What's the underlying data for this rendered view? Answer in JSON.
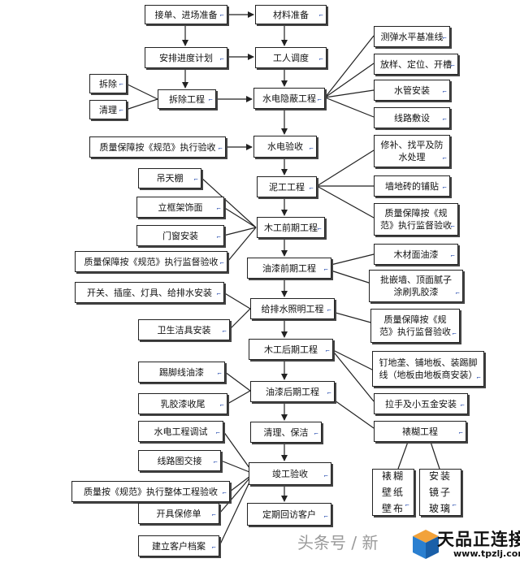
{
  "nodes": {
    "jiedan": "接单、进场准备",
    "cailiao": "材料准备",
    "jindu": "安排进度计划",
    "diaodu": "工人调度",
    "chaichu": "拆除",
    "qingli": "清理",
    "chaichu_gc": "拆除工程",
    "shuidian_yinbi": "水电隐蔽工程",
    "cetan": "测弹水平基准线",
    "fangyang": "放样、定位、开槽",
    "shuiguan": "水管安装",
    "xianlu": "线路敷设",
    "zhiliang_sd": "质量保障按《规范》执行验收",
    "shuidian_ys": "水电验收",
    "xiubu": "修补、找平及防\n水处理",
    "nigong": "泥工工程",
    "qiangdi": "墙地砖的铺贴",
    "zhiliang_ng": "质量保障按《规\n范》执行监督验收",
    "diaotianpeng": "吊天棚",
    "likuang": "立框架饰面",
    "menchuang": "门窗安装",
    "mugong_qq": "木工前期工程",
    "zhiliang_mg": "质量保障按《规范》执行监督验收",
    "youqi_qq": "油漆前期工程",
    "mucai": "木材面油漆",
    "pisao": "批嵌墙、顶面腻子\n涂刷乳胶漆",
    "kaiguan": "开关、插座、灯具、给排水安装",
    "geipaishui": "给排水照明工程",
    "weisheng": "卫生洁具安装",
    "zhiliang_yq": "质量保障按《规\n范》执行监督验收",
    "mugong_hq": "木工后期工程",
    "dingdi": "钉地垄、铺地板、装踢脚\n线（地板由地板商安装）",
    "tijiao": "踢脚线油漆",
    "youqi_hq": "油漆后期工程",
    "lashou": "拉手及小五金安装",
    "rujiao": "乳胶漆收尾",
    "biaohu": "裱糊工程",
    "shuidian_ts": "水电工程调试",
    "qingli_bj": "清理、保洁",
    "xianlutu": "线路图交接",
    "jungong": "竣工验收",
    "zhiliang_zt": "质量按《规范》执行整体工程验收",
    "kaiju": "开具保修单",
    "dingqi": "定期回访客户",
    "jianli": "建立客户档案",
    "biaohu_items": "裱糊\n壁纸\n壁布",
    "anzhuang_items": "安装\n镜子\n玻璃"
  },
  "watermark": {
    "caption": "头条号 / 新",
    "brand": "天品正连接",
    "url": "www.tpzlj.com"
  },
  "colors": {
    "border": "#222222",
    "line": "#222222",
    "marker": "#2a4fb0"
  }
}
